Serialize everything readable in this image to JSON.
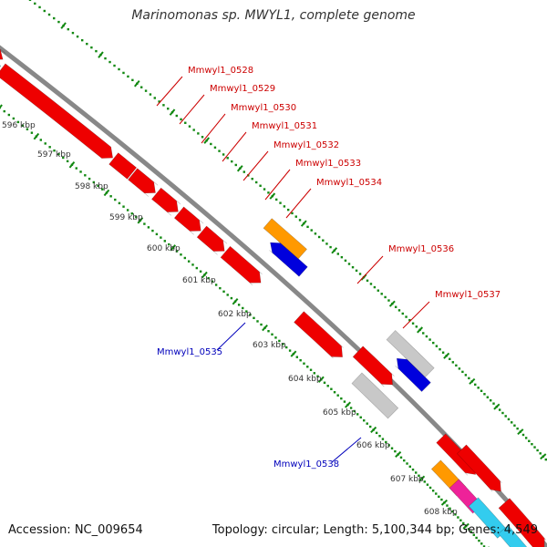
{
  "title": "Marinomonas sp. MWYL1, complete genome",
  "footer": {
    "accession": "Accession: NC_009654",
    "summary": "Topology: circular; Length: 5,100,344 bp; Genes: 4,549"
  },
  "colors": {
    "forward_gene": "#ee0000",
    "reverse_gene": "#0000dd",
    "orange_feature": "#ff9900",
    "grey_feature": "#c8c8c8",
    "cyan_feature": "#33ccee",
    "pink_feature": "#ee2299",
    "backbone": "#888888",
    "ticks": "#118811",
    "forward_label": "#cc0000",
    "reverse_label": "#0000bb"
  },
  "ruler_ticks": [
    "596 kbp",
    "597 kbp",
    "598 kbp",
    "599 kbp",
    "600 kbp",
    "601 kbp",
    "602 kbp",
    "603 kbp",
    "604 kbp",
    "605 kbp",
    "606 kbp",
    "607 kbp",
    "608 kbp"
  ],
  "gene_labels": [
    {
      "text": "Mmwyl1_0528",
      "strand": "forward"
    },
    {
      "text": "Mmwyl1_0529",
      "strand": "forward"
    },
    {
      "text": "Mmwyl1_0530",
      "strand": "forward"
    },
    {
      "text": "Mmwyl1_0531",
      "strand": "forward"
    },
    {
      "text": "Mmwyl1_0532",
      "strand": "forward"
    },
    {
      "text": "Mmwyl1_0533",
      "strand": "forward"
    },
    {
      "text": "Mmwyl1_0534",
      "strand": "forward"
    },
    {
      "text": "Mmwyl1_0536",
      "strand": "forward"
    },
    {
      "text": "Mmwyl1_0537",
      "strand": "forward"
    },
    {
      "text": "Mmwyl1_0535",
      "strand": "reverse"
    },
    {
      "text": "Mmwyl1_0538",
      "strand": "reverse"
    }
  ]
}
